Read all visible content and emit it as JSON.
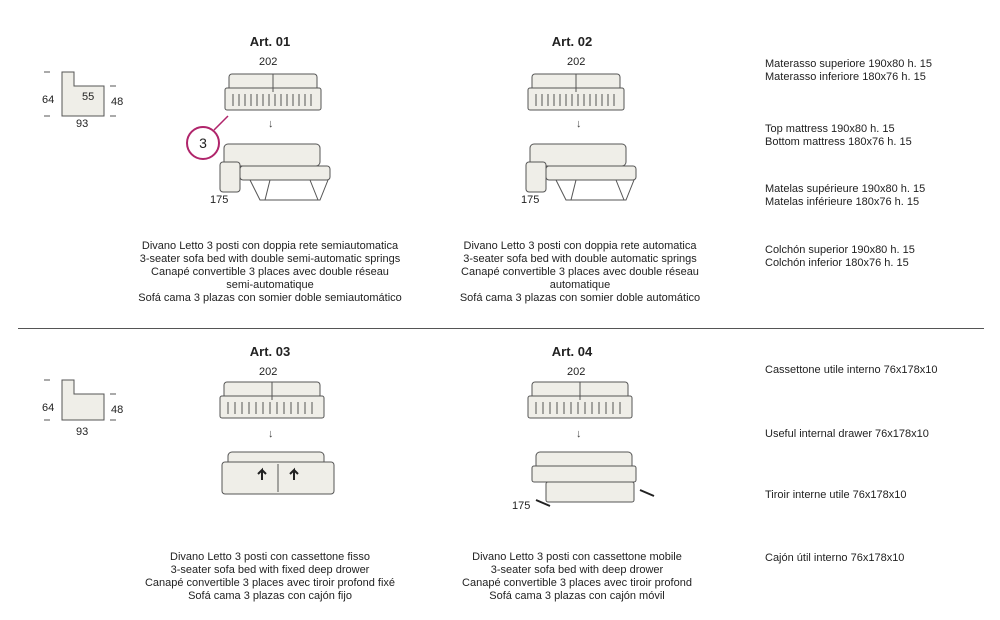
{
  "section1": {
    "side_view": {
      "height_back": "64",
      "height_seat": "48",
      "depth": "93",
      "seat_depth": "55"
    },
    "badge": "3",
    "articles": [
      {
        "title": "Art. 01",
        "width": "202",
        "open_length": "175",
        "desc": [
          "Divano Letto 3 posti con doppia rete semiautomatica",
          "3-seater sofa bed with double semi-automatic springs",
          "Canapé convertible 3 places avec double réseau",
          "semi-automatique",
          "Sofá cama 3 plazas con somier doble semiautomático"
        ]
      },
      {
        "title": "Art. 02",
        "width": "202",
        "open_length": "175",
        "desc": [
          "Divano Letto 3 posti con doppia rete automatica",
          "3-seater sofa bed with double automatic springs",
          "Canapé convertible 3 places avec double réseau",
          "automatique",
          "Sofá cama 3 plazas con somier doble automático"
        ]
      }
    ],
    "specs": [
      [
        "Materasso superiore 190x80 h. 15",
        "Materasso inferiore 180x76 h. 15"
      ],
      [
        "Top mattress 190x80 h. 15",
        "Bottom mattress 180x76 h. 15"
      ],
      [
        "Matelas supérieure 190x80 h. 15",
        "Matelas inférieure 180x76 h. 15"
      ],
      [
        "Colchón superior 190x80 h. 15",
        "Colchón inferior 180x76 h. 15"
      ]
    ]
  },
  "section2": {
    "side_view": {
      "height_back": "64",
      "height_seat": "48",
      "depth": "93"
    },
    "articles": [
      {
        "title": "Art. 03",
        "width": "202",
        "desc": [
          "Divano Letto 3 posti con cassettone fisso",
          "3-seater sofa bed with fixed deep drower",
          "Canapé convertible 3 places avec tiroir profond fixé",
          "Sofá cama 3 plazas con cajón fijo"
        ]
      },
      {
        "title": "Art. 04",
        "width": "202",
        "open_length": "175",
        "desc": [
          "Divano Letto 3 posti con cassettone mobile",
          "3-seater sofa bed with deep drower",
          "Canapé convertible 3 places avec tiroir profond",
          "Sofá cama 3 plazas con cajón móvil"
        ]
      }
    ],
    "specs": [
      "Cassettone utile interno 76x178x10",
      "Useful internal drawer 76x178x10",
      "Tiroir interne utile 76x178x10",
      "Cajón útil interno 76x178x10"
    ]
  },
  "arrow_glyph": "↓"
}
